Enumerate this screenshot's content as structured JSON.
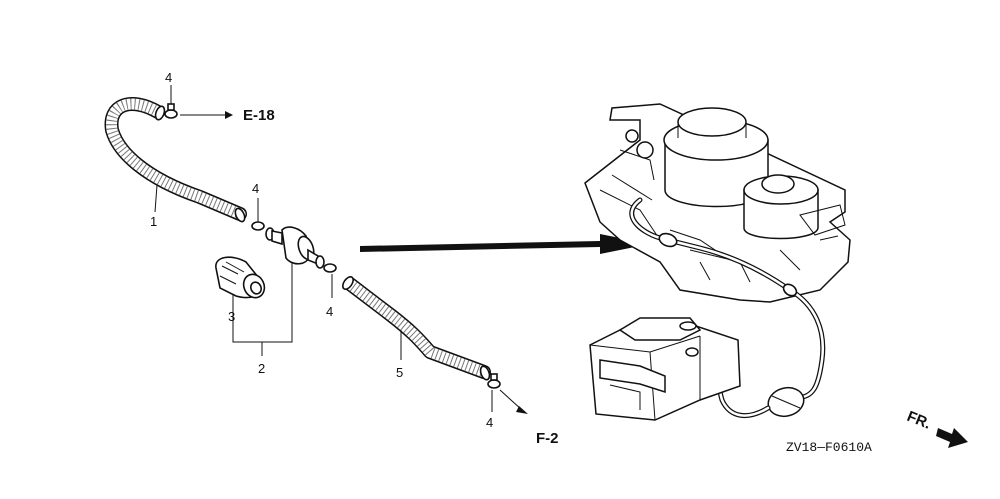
{
  "callouts": {
    "hose_upper": "1",
    "filter_assy": "2",
    "filter_body": "3",
    "clip_top": "4",
    "clip_mid_upper": "4",
    "clip_mid_lower": "4",
    "clip_bottom": "4",
    "hose_lower": "5"
  },
  "references": {
    "upper": "E-18",
    "lower": "F-2"
  },
  "direction_label": "FR.",
  "figure_code": "ZV18—F0610A"
}
